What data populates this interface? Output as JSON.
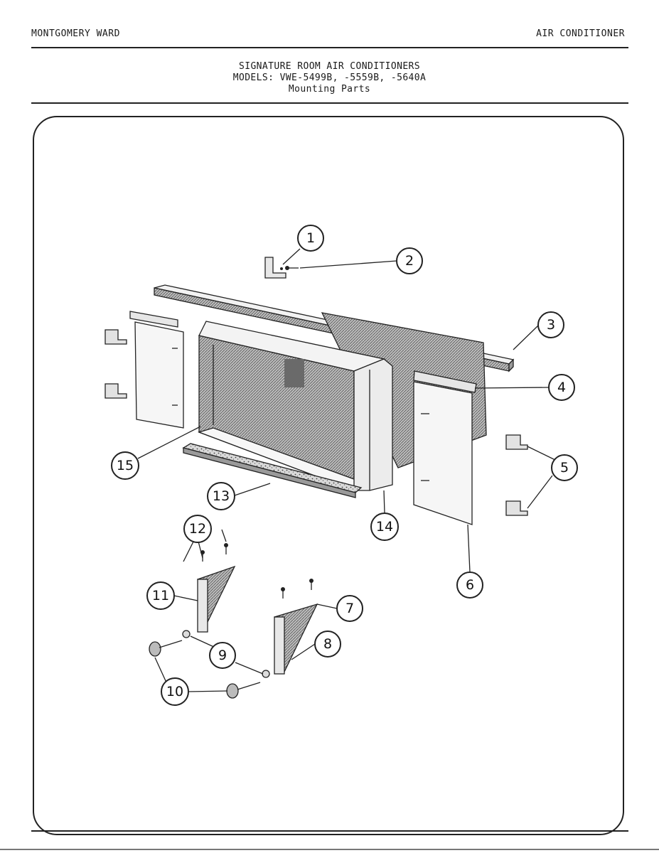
{
  "header": {
    "brand": "MONTGOMERY WARD",
    "category": "AIR CONDITIONER"
  },
  "title": {
    "line1": "SIGNATURE ROOM AIR CONDITIONERS",
    "line2": "MODELS: VWE-5499B, -5559B, -5640A",
    "line3": "Mounting Parts"
  },
  "callouts": {
    "c1": "1",
    "c2": "2",
    "c3": "3",
    "c4": "4",
    "c5": "5",
    "c6": "6",
    "c7": "7",
    "c8": "8",
    "c9": "9",
    "c10": "10",
    "c11": "11",
    "c12": "12",
    "c13": "13",
    "c14": "14",
    "c15": "15"
  }
}
